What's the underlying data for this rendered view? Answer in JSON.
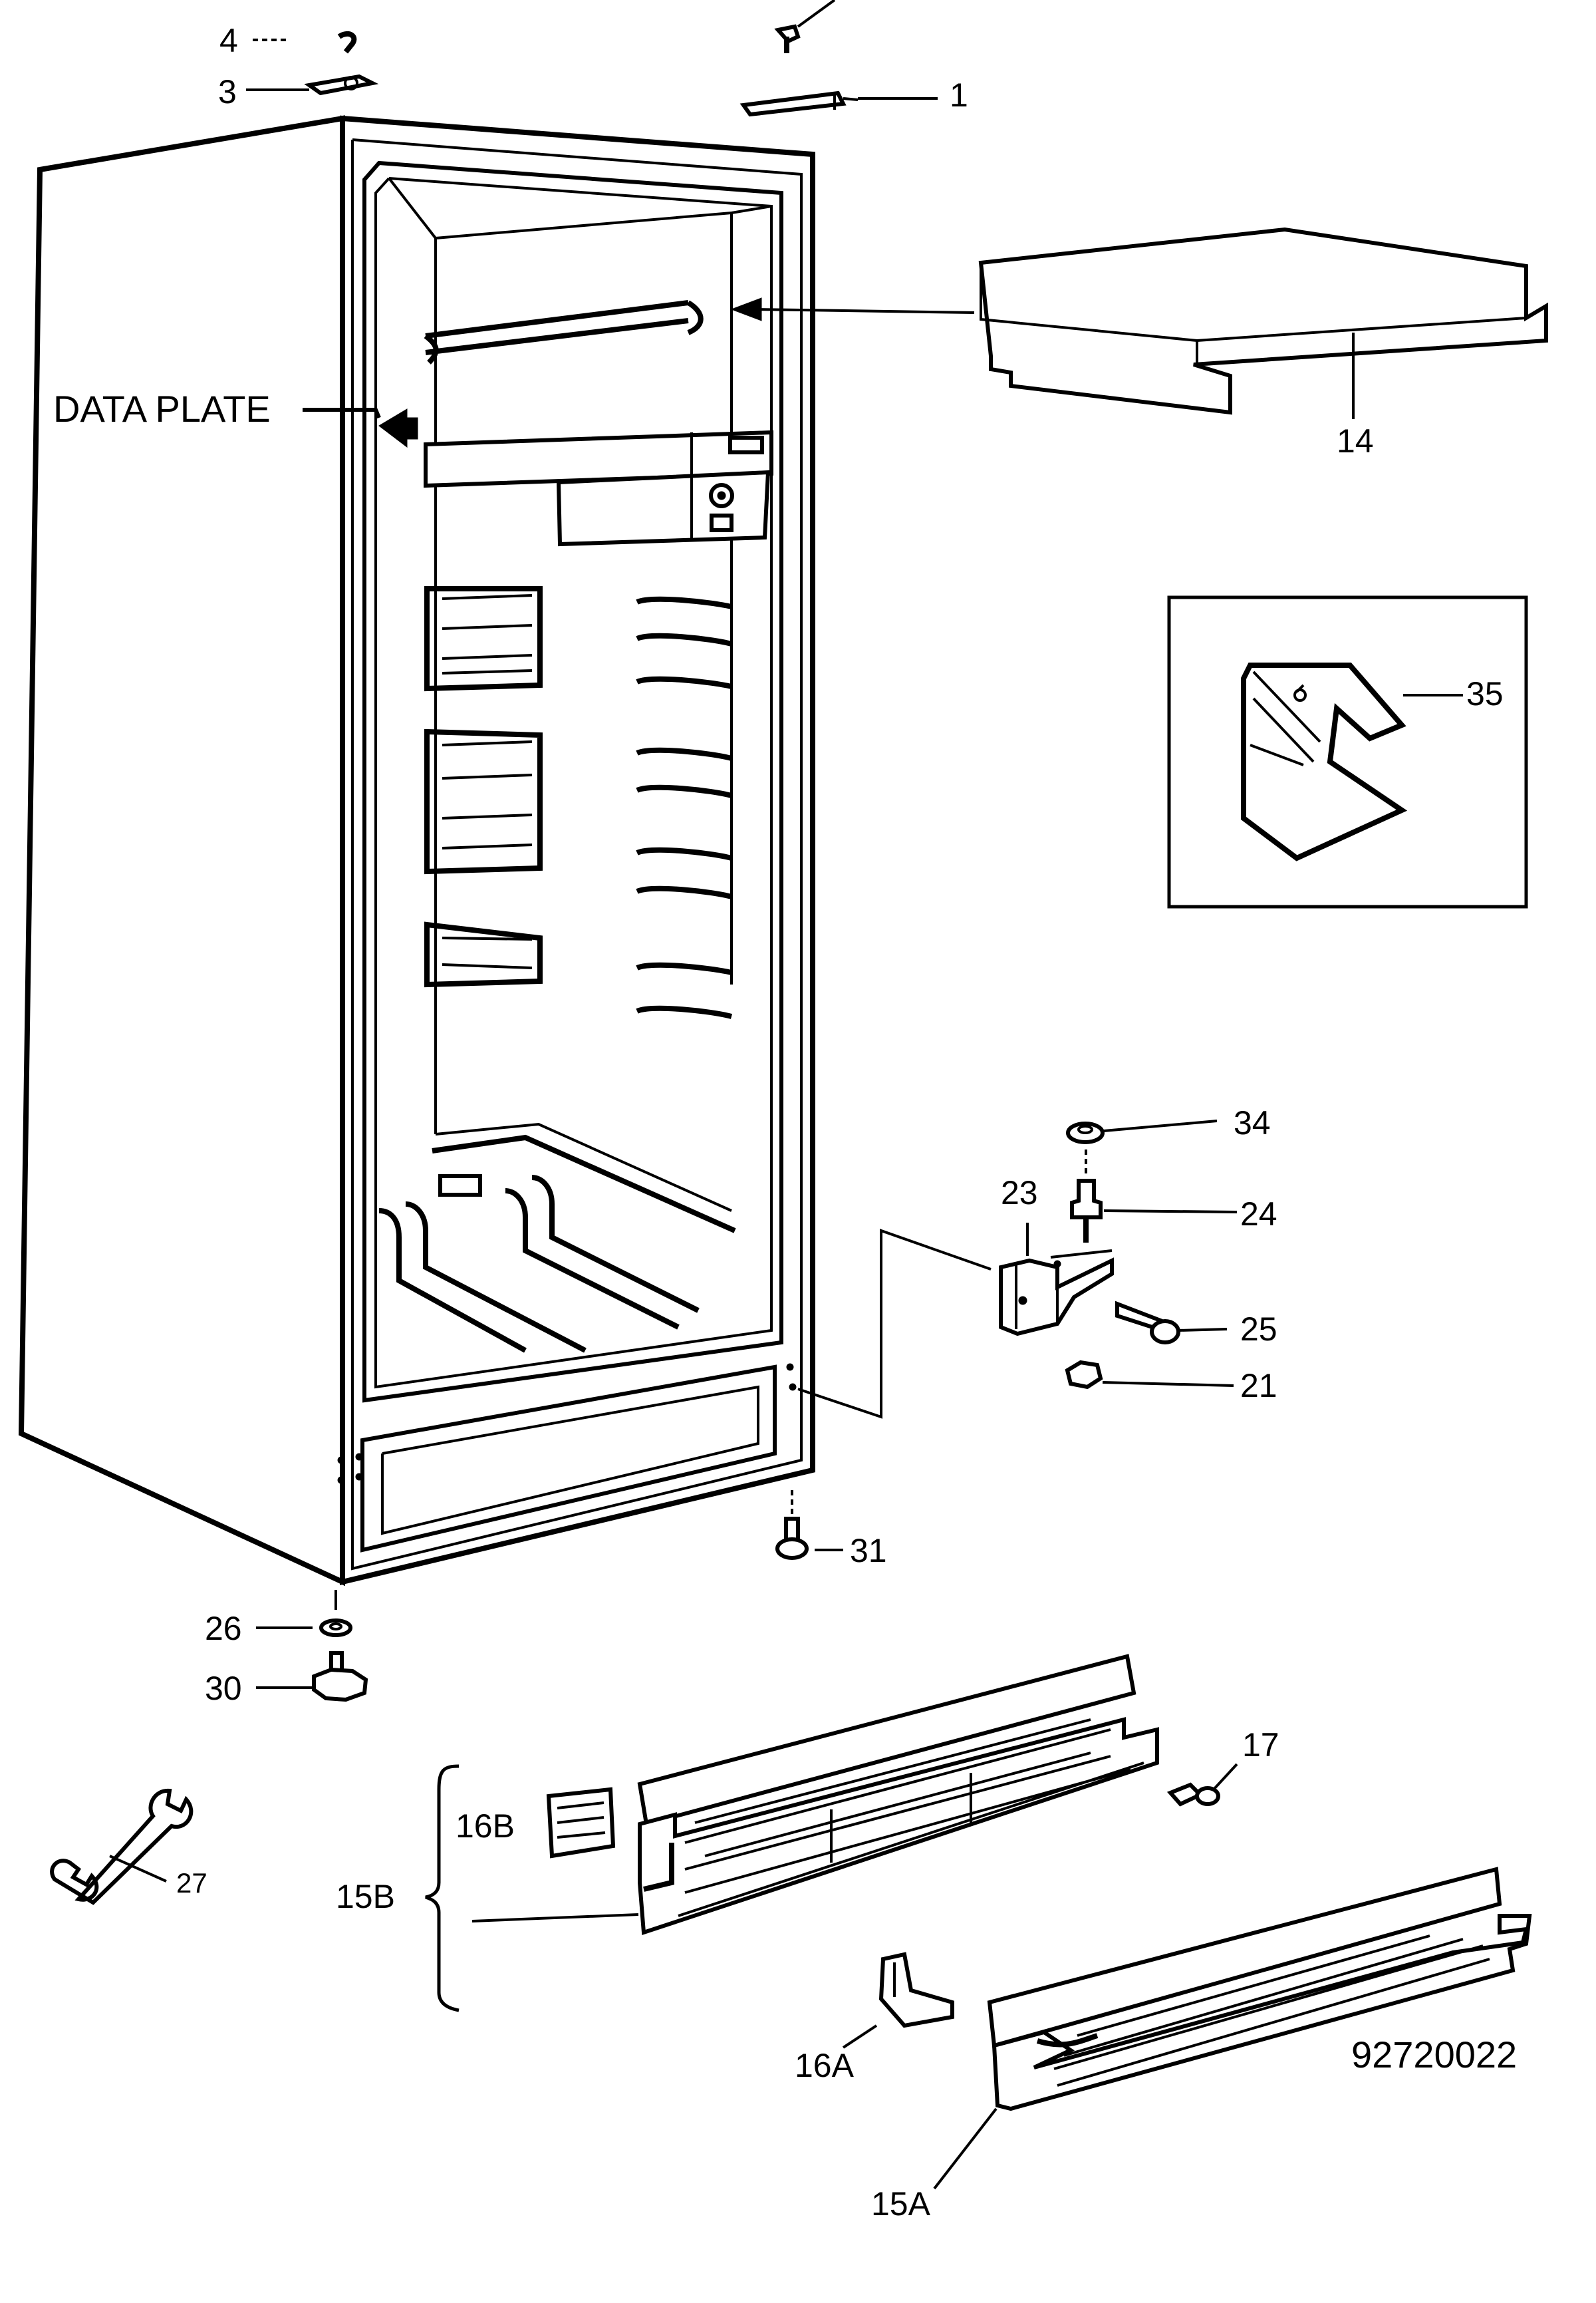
{
  "callouts": {
    "data_plate": "DATA PLATE",
    "c1": "1",
    "c3": "3",
    "c4": "4",
    "c14": "14",
    "c15a": "15A",
    "c15b": "15B",
    "c16a": "16A",
    "c16b": "16B",
    "c17": "17",
    "c21": "21",
    "c23": "23",
    "c24": "24",
    "c25": "25",
    "c26": "26",
    "c27": "27",
    "c30": "30",
    "c31": "31",
    "c34": "34",
    "c35": "35"
  },
  "drawing_number": "92720022"
}
